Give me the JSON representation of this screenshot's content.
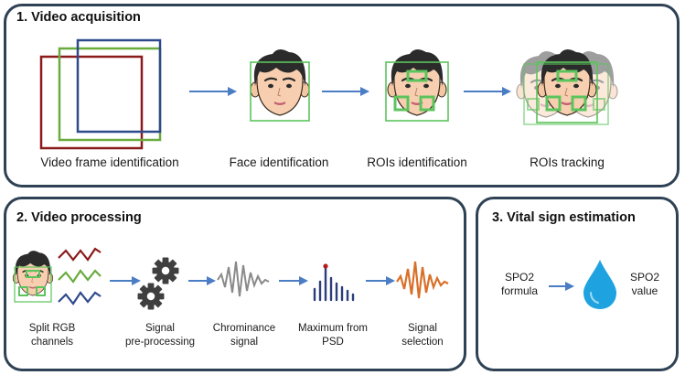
{
  "panels": {
    "acquisition": {
      "title": "1. Video acquisition",
      "steps": [
        "Video frame identification",
        "Face identification",
        "ROIs identification",
        "ROIs tracking"
      ]
    },
    "processing": {
      "title": "2. Video processing",
      "steps": [
        {
          "line1": "Split RGB",
          "line2": "channels"
        },
        {
          "line1": "Signal",
          "line2": "pre-processing"
        },
        {
          "line1": "Chrominance",
          "line2": "signal"
        },
        {
          "line1": "Maximum from",
          "line2": "PSD"
        },
        {
          "line1": "Signal",
          "line2": "selection"
        }
      ]
    },
    "vital": {
      "title": "3. Vital sign estimation",
      "input": {
        "line1": "SPO2",
        "line2": "formula"
      },
      "output": {
        "line1": "SPO2",
        "line2": "value"
      }
    }
  },
  "colors": {
    "panel_border": "#2f4154",
    "arrow": "#4a7dc4",
    "frame_red": "#8b1a1a",
    "frame_green": "#6aab3e",
    "frame_blue": "#2e4a8c",
    "roi_green": "#5cc45c",
    "signal_gray": "#8a8a8a",
    "psd_navy": "#2b3d7a",
    "signal_orange": "#d9702a",
    "drop_blue": "#1fa3e0"
  },
  "icons": [
    "face-icon",
    "gear-icon",
    "droplet-icon",
    "arrow-icon"
  ]
}
